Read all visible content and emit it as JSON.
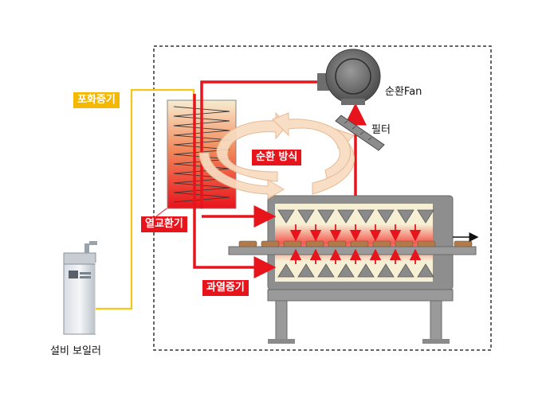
{
  "labels": {
    "saturated_steam": "포화증기",
    "circulation_fan": "순환Fan",
    "filter": "필터",
    "circulation_method": "순환 방식",
    "heat_exchanger": "열교환기",
    "superheated_steam": "과열증기",
    "boiler": "설비 보일러"
  },
  "colors": {
    "steam_line": "#f5c518",
    "saturated_tag": "#f5b800",
    "red": "#e8141c",
    "heater_top": "#f5e9c8",
    "heater_bottom": "#e8141c",
    "oven_body": "#8e8e8e",
    "oven_chamber": "#f6efd4",
    "fan_body": "#6e6e6e",
    "circulation_arrow": "#f8dcc0",
    "dashed_border": "#333333"
  },
  "icons": [
    "boiler-icon",
    "fan-icon",
    "filter-icon",
    "heat-exchanger-icon",
    "circulation-arrows-icon",
    "oven-icon",
    "conveyor-arrow-icon"
  ]
}
